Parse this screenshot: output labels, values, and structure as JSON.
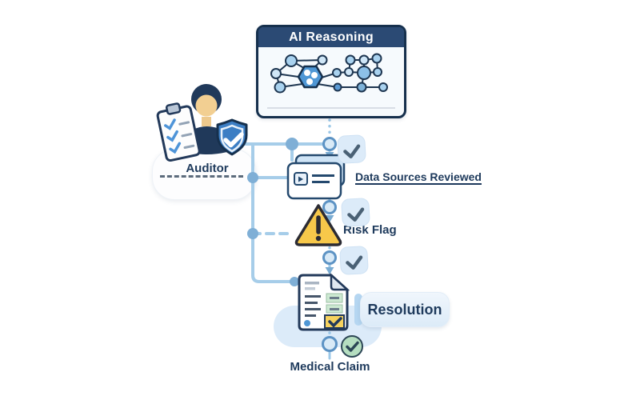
{
  "ai_card": {
    "title": "AI Reasoning"
  },
  "auditor": {
    "label": "Auditor"
  },
  "flow": {
    "steps": [
      {
        "id": "data-sources",
        "label": "Data Sources Reviewed"
      },
      {
        "id": "risk-flag",
        "label": "Risk Flag"
      },
      {
        "id": "resolution",
        "label": "Resolution"
      }
    ],
    "terminal": {
      "label": "Medical Claim"
    }
  },
  "icons": {
    "network-graph-icon": "connected blue nodes with hexagon hub",
    "person-icon": "auditor avatar",
    "clipboard-icon": "checklist clipboard",
    "shield-check-icon": "shield with checkmark",
    "documents-card-icon": "stacked data-source cards",
    "warning-triangle-icon": "⚠",
    "document-table-icon": "claim document with table",
    "check-badge-icon": "✓",
    "success-check-icon": "✓",
    "timeline-node-icon": "●",
    "arrow-down-icon": "▼"
  },
  "colors": {
    "navy_border": "#16304d",
    "header_navy": "#2b4a74",
    "card_bg": "#f6fafd",
    "connector_blue": "#a6cde9",
    "node_blue": "#7fafd6",
    "ring_node_border": "#5d93c4",
    "badge_bg": "#dcebf9",
    "check_slate": "#4a6175",
    "warning_yellow": "#f7c84a",
    "warning_border": "#2b2b33",
    "success_green_bg": "#b5dec0",
    "success_green_border": "#2c4655",
    "hex_blue": "#4f97d5",
    "doc_green": "#cde9d2",
    "doc_yellow": "#f6d25e",
    "shield_blue": "#3c7ec4",
    "label_navy": "#1e3a5c"
  }
}
